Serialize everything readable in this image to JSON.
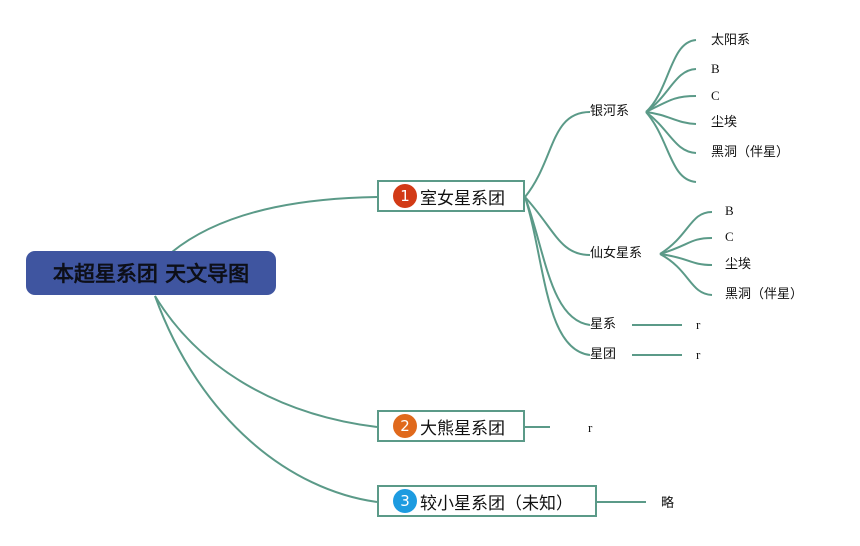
{
  "root": {
    "title": "本超星系团 天文导图"
  },
  "line_color": "#5b9a88",
  "branches": [
    {
      "number": "1",
      "badge_color": "#d23a16",
      "label": "室女星系团",
      "children": [
        {
          "label": "银河系",
          "children": [
            "太阳系",
            "B",
            "C",
            "尘埃",
            "黑洞（伴星）",
            ""
          ]
        },
        {
          "label": "仙女星系",
          "children": [
            "B",
            "C",
            "尘埃",
            "黑洞（伴星）"
          ]
        },
        {
          "label": "星系",
          "children": [
            "r"
          ]
        },
        {
          "label": "星团",
          "children": [
            "r"
          ]
        }
      ]
    },
    {
      "number": "2",
      "badge_color": "#e0691c",
      "label": "大熊星系团",
      "children": [
        {
          "label": "r"
        }
      ]
    },
    {
      "number": "3",
      "badge_color": "#1d9be0",
      "label": "较小星系团（未知）",
      "children": [
        {
          "label": "略"
        }
      ]
    }
  ]
}
